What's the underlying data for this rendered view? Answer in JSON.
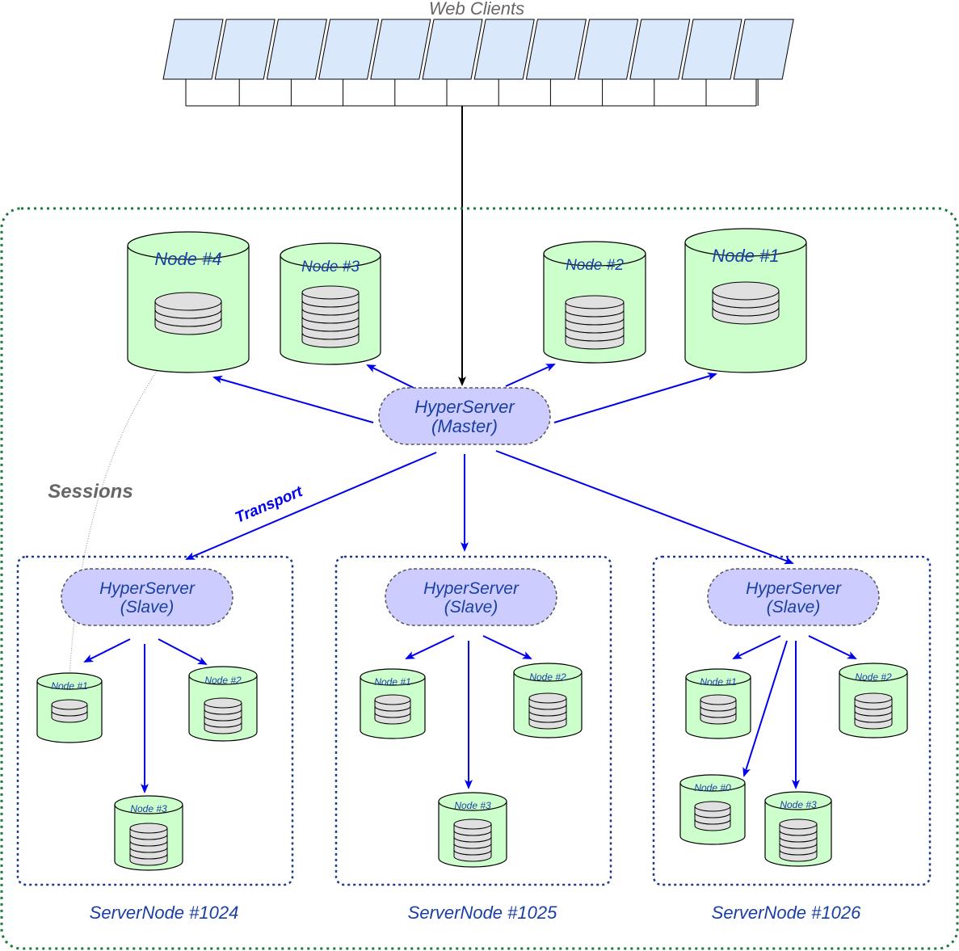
{
  "web_clients": {
    "label": "Web Clients",
    "count": 12
  },
  "master": {
    "line1": "HyperServer",
    "line2": "(Master)"
  },
  "master_nodes": [
    {
      "label": "Node #4",
      "disks": 3
    },
    {
      "label": "Node #3",
      "disks": 6
    },
    {
      "label": "Node #2",
      "disks": 5
    },
    {
      "label": "Node #1",
      "disks": 3
    }
  ],
  "sessions_label": "Sessions",
  "transport_label": "Transport",
  "server_nodes": [
    {
      "title": "ServerNode #1024",
      "slave": {
        "line1": "HyperServer",
        "line2": "(Slave)"
      },
      "nodes": [
        {
          "label": "Node #1",
          "disks": 2
        },
        {
          "label": "Node #2",
          "disks": 4
        },
        {
          "label": "Node #3",
          "disks": 5
        }
      ]
    },
    {
      "title": "ServerNode #1025",
      "slave": {
        "line1": "HyperServer",
        "line2": "(Slave)"
      },
      "nodes": [
        {
          "label": "Node #1",
          "disks": 3
        },
        {
          "label": "Node #2",
          "disks": 4
        },
        {
          "label": "Node #3",
          "disks": 5
        }
      ]
    },
    {
      "title": "ServerNode #1026",
      "slave": {
        "line1": "HyperServer",
        "line2": "(Slave)"
      },
      "nodes": [
        {
          "label": "Node #1",
          "disks": 3
        },
        {
          "label": "Node #2",
          "disks": 4
        },
        {
          "label": "Node #0",
          "disks": 3
        },
        {
          "label": "Node #3",
          "disks": 5
        }
      ]
    }
  ],
  "colors": {
    "node_fill": "#ccffcc",
    "hyperserver_fill": "#ccccff",
    "client_fill": "#dae8fc",
    "disk_fill": "#e0e0e0",
    "arrow": "#0000ee",
    "text_blue": "#1a3fa3",
    "green_border": "#1f7a3a",
    "blue_border": "#1f3a8a",
    "gray_text": "#666666"
  }
}
